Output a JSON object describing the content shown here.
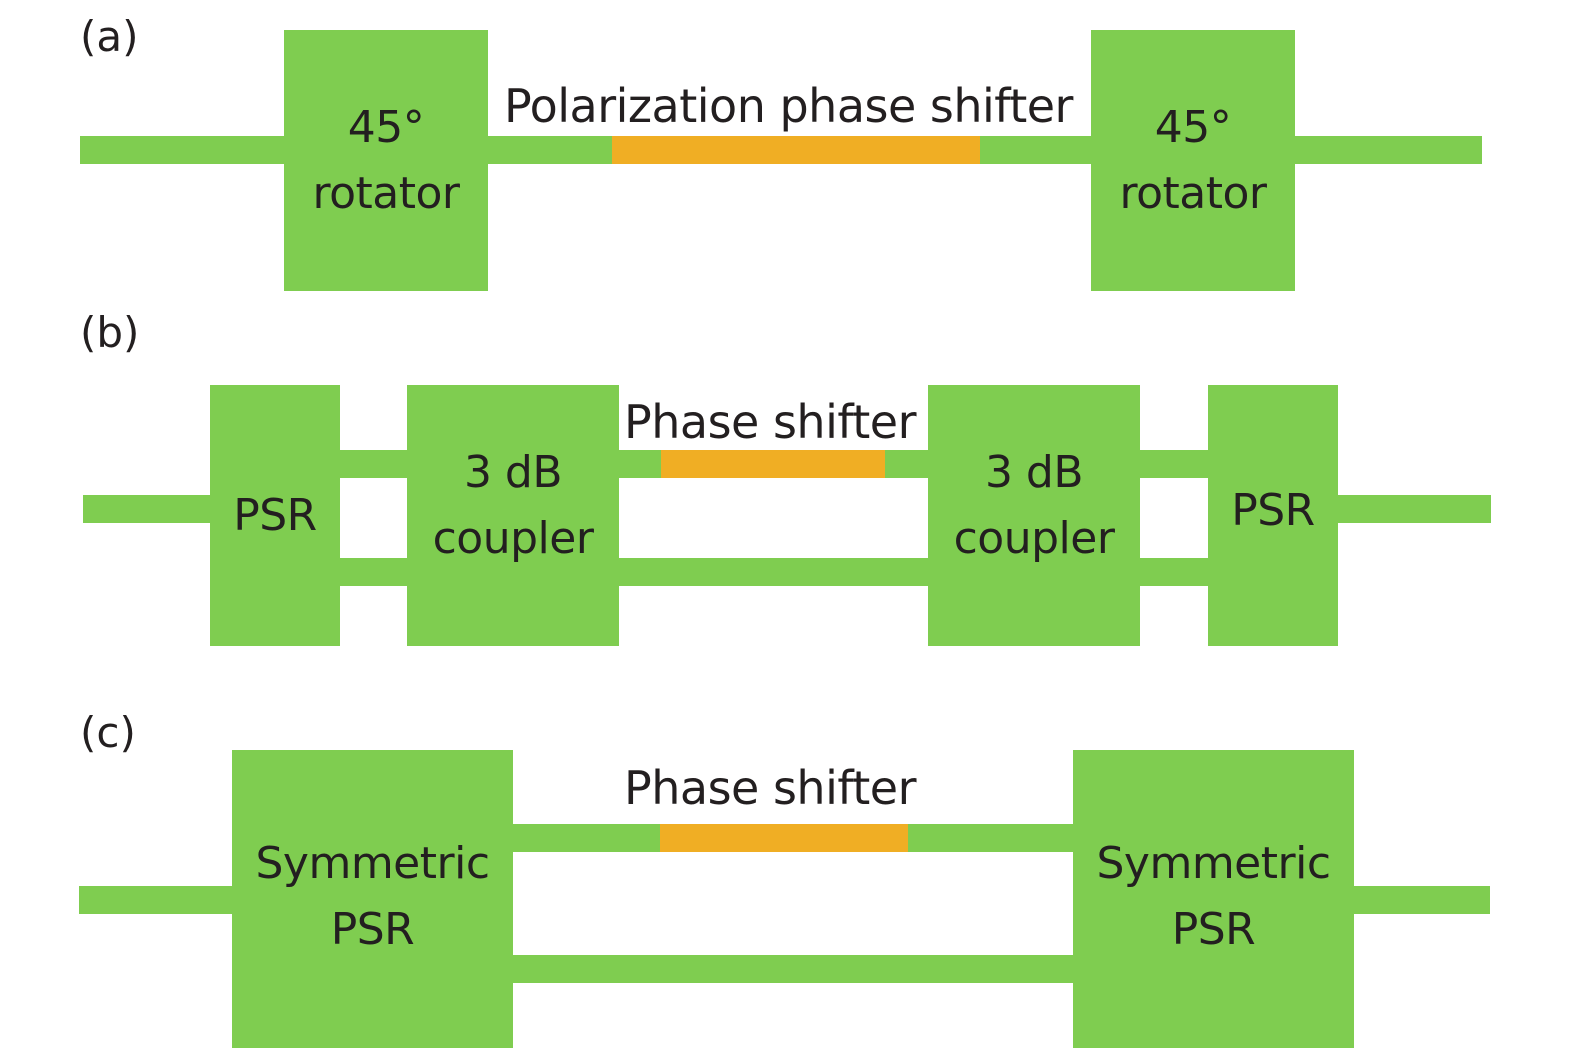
{
  "colors": {
    "waveguide": "#7fcd50",
    "phase_shifter": "#f0ae24",
    "text": "#231f20",
    "background": "#ffffff"
  },
  "panels": [
    {
      "label": "(a)",
      "blocks": [
        {
          "lines": [
            "45°",
            "rotator"
          ]
        },
        {
          "lines": [
            "45°",
            "rotator"
          ]
        }
      ],
      "phase_shifter_label": "Polarization phase shifter"
    },
    {
      "label": "(b)",
      "blocks": [
        {
          "lines": [
            "PSR"
          ]
        },
        {
          "lines": [
            "3 dB",
            "coupler"
          ]
        },
        {
          "lines": [
            "3 dB",
            "coupler"
          ]
        },
        {
          "lines": [
            "PSR"
          ]
        }
      ],
      "phase_shifter_label": "Phase shifter"
    },
    {
      "label": "(c)",
      "blocks": [
        {
          "lines": [
            "Symmetric",
            "PSR"
          ]
        },
        {
          "lines": [
            "Symmetric",
            "PSR"
          ]
        }
      ],
      "phase_shifter_label": "Phase shifter"
    }
  ]
}
